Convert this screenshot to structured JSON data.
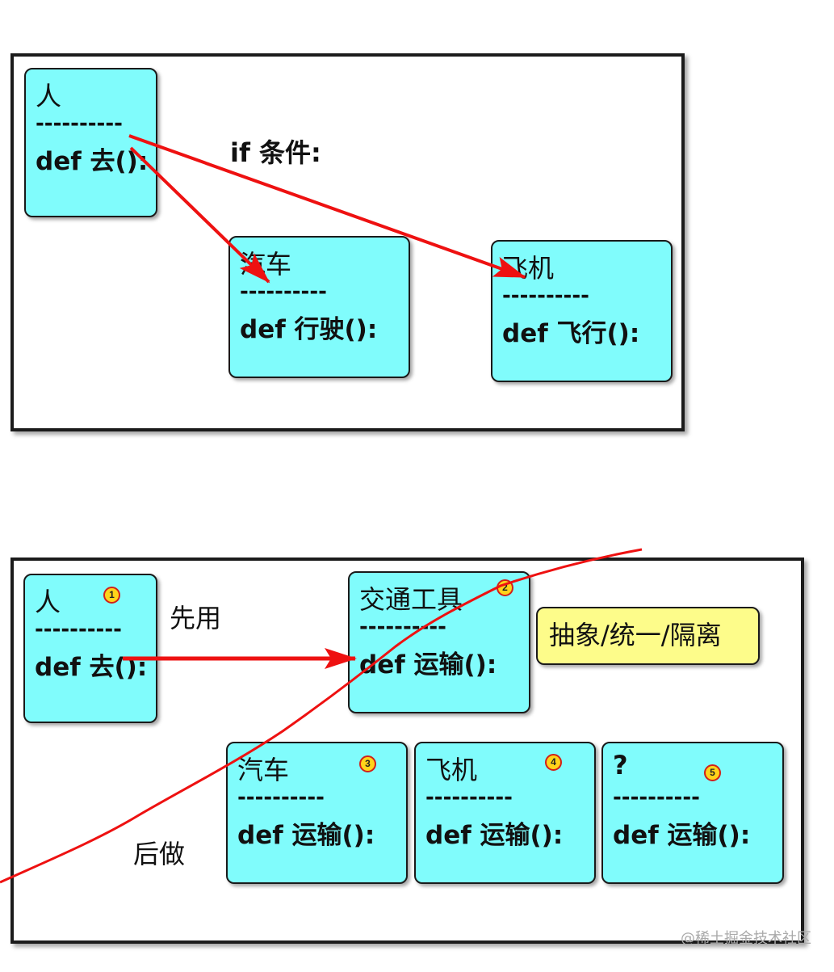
{
  "top": {
    "person": {
      "title": "人",
      "separator": "----------",
      "method": "def 去():"
    },
    "condition": "if 条件:",
    "car": {
      "title": "汽车",
      "separator": "----------",
      "method": "def 行驶():"
    },
    "plane": {
      "title": "飞机",
      "separator": "----------",
      "method": "def 飞行():"
    }
  },
  "bottom": {
    "person": {
      "title": "人",
      "separator": "----------",
      "method": "def 去():",
      "badge": "1"
    },
    "use_first": "先用",
    "vehicle": {
      "title": "交通工具",
      "separator": "----------",
      "method": "def 运输():",
      "badge": "2"
    },
    "callout": "抽象/统一/隔离",
    "car": {
      "title": "汽车",
      "separator": "----------",
      "method": "def 运输():",
      "badge": "3"
    },
    "plane": {
      "title": "飞机",
      "separator": "----------",
      "method": "def 运输():",
      "badge": "4"
    },
    "unknown": {
      "title": "?",
      "separator": "----------",
      "method": "def 运输():",
      "badge": "5"
    },
    "do_later": "后做"
  },
  "watermark": "@稀土掘金技术社区",
  "colors": {
    "box": "#80fcfc",
    "callout": "#fdfc8a",
    "arrow": "#ee1111",
    "badge": "#ffd31a"
  }
}
